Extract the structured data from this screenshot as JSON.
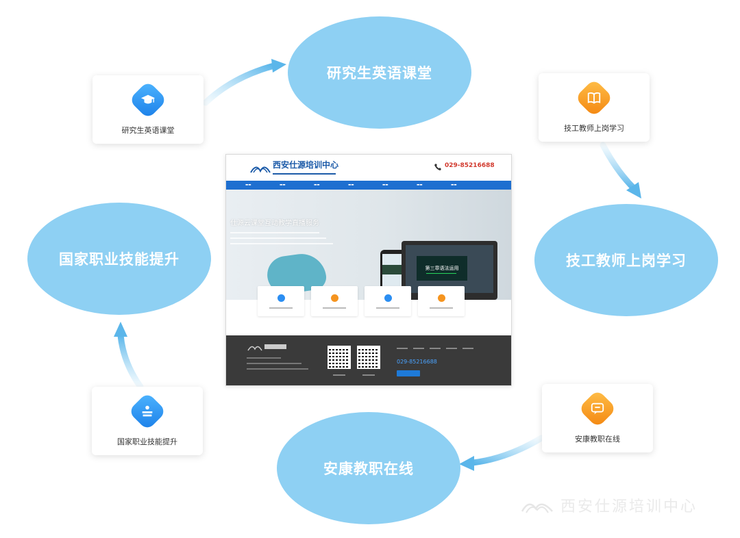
{
  "ellipses": {
    "top": "研究生英语课堂",
    "right": "技工教师上岗学习",
    "bottom": "安康教职在线",
    "left": "国家职业技能提升"
  },
  "cards": [
    {
      "label": "研究生英语课堂",
      "icon": "graduation-cap-icon",
      "color": "#2b8ef2"
    },
    {
      "label": "技工教师上岗学习",
      "icon": "book-icon",
      "color": "#f5941f"
    },
    {
      "label": "安康教职在线",
      "icon": "chat-icon",
      "color": "#f5941f"
    },
    {
      "label": "国家职业技能提升",
      "icon": "book-stack-icon",
      "color": "#2b8ef2"
    }
  ],
  "site": {
    "brand": "西安仕源培训中心",
    "phone": "029-85216688",
    "hero_title": "仕源云课堂互动教学直播服务",
    "board_text": "第三章语法运用",
    "footer_phone": "029-85216688"
  },
  "watermark": "西安仕源培训中心"
}
